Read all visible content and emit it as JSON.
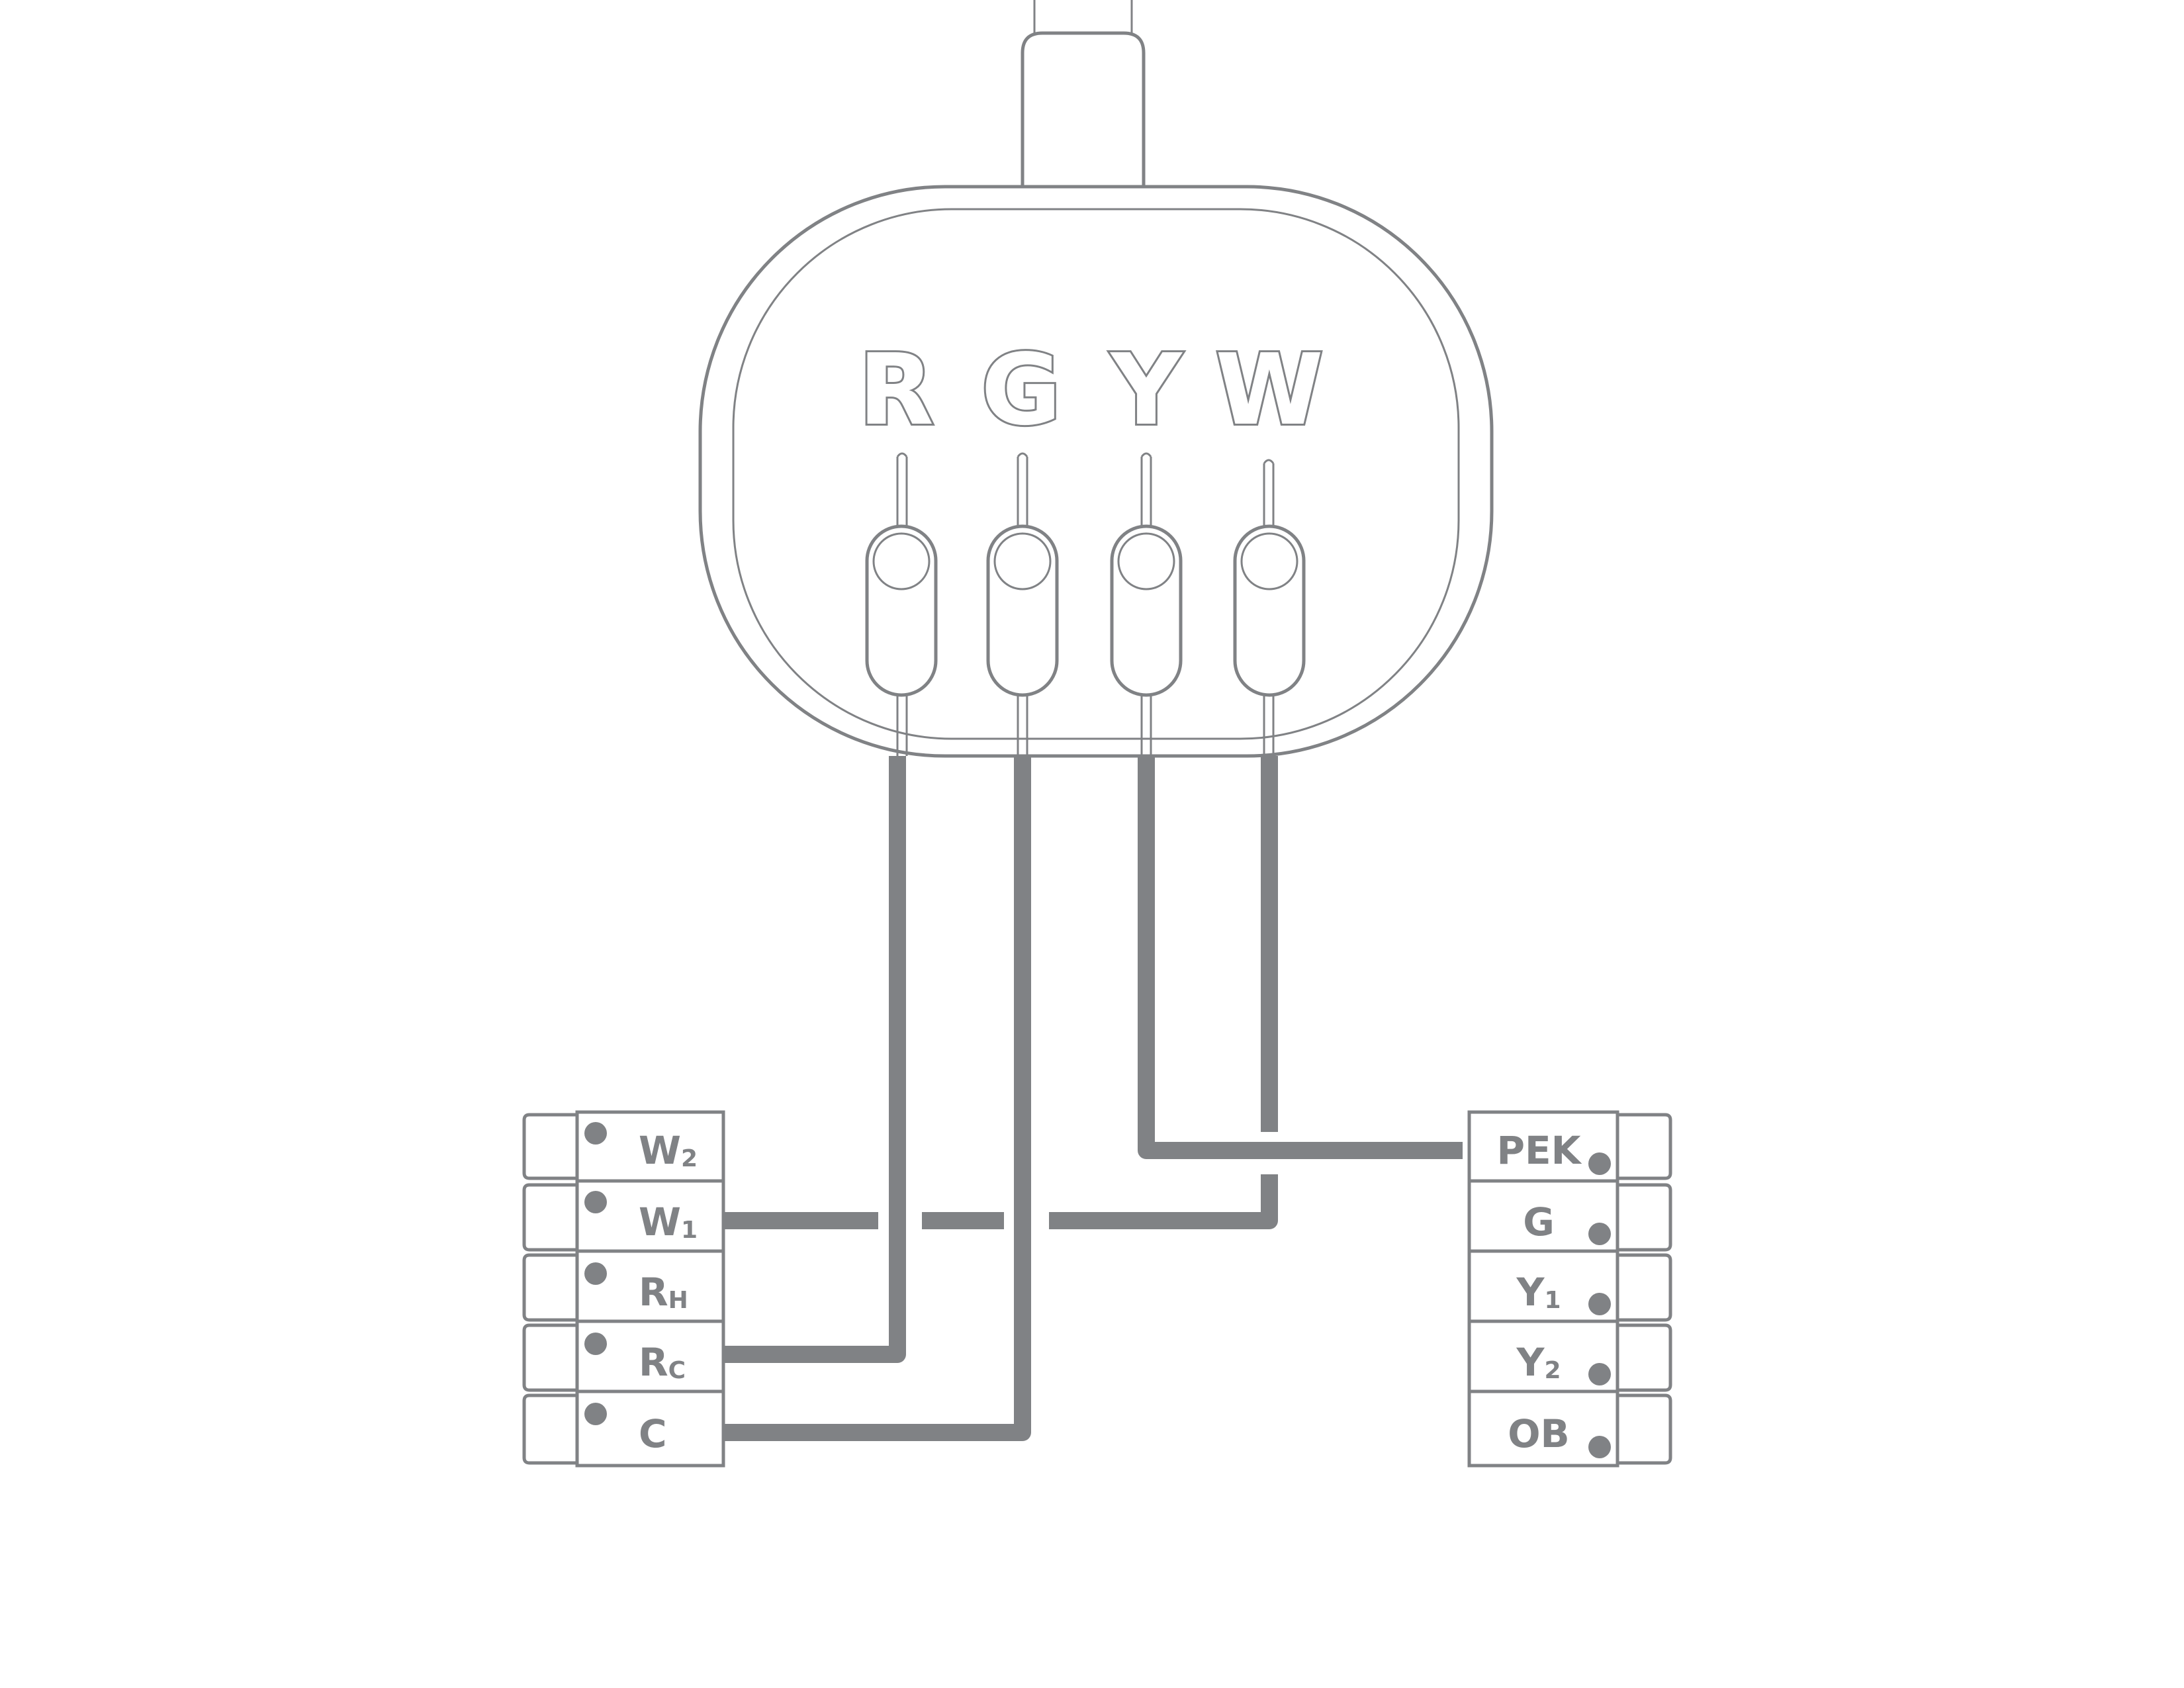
{
  "adapter": {
    "letters": [
      "R",
      "G",
      "Y",
      "W"
    ]
  },
  "left_block": {
    "terminals": [
      {
        "main": "W",
        "sub": "2"
      },
      {
        "main": "W",
        "sub": "1"
      },
      {
        "main": "R",
        "sub": "H"
      },
      {
        "main": "R",
        "sub": "C"
      },
      {
        "main": "C",
        "sub": ""
      }
    ]
  },
  "right_block": {
    "terminals": [
      {
        "main": "PEK",
        "sub": ""
      },
      {
        "main": "G",
        "sub": ""
      },
      {
        "main": "Y",
        "sub": "1"
      },
      {
        "main": "Y",
        "sub": "2"
      },
      {
        "main": "OB",
        "sub": ""
      }
    ]
  },
  "connections": [
    {
      "from": "R",
      "to": "RC"
    },
    {
      "from": "G",
      "to": "C"
    },
    {
      "from": "Y",
      "to": "PEK"
    },
    {
      "from": "W",
      "to": "W1"
    }
  ],
  "colors": {
    "line": "#808285",
    "background": "#ffffff"
  }
}
